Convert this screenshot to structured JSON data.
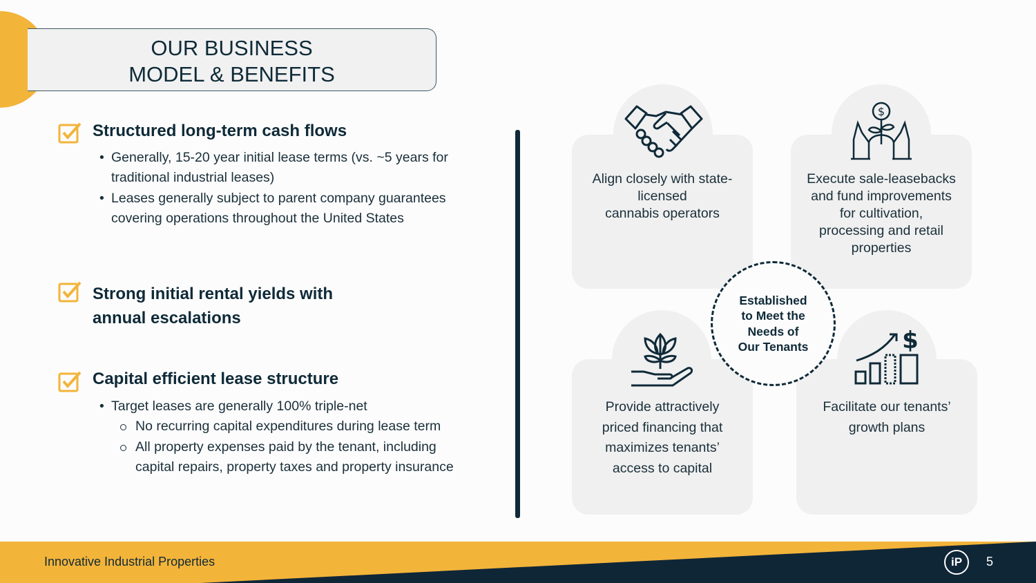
{
  "title": {
    "line1": "OUR BUSINESS",
    "line2": "MODEL & BENEFITS"
  },
  "sections": [
    {
      "heading": "Structured long-term cash flows",
      "bullets": [
        "Generally, 15-20 year initial lease terms (vs. ~5 years for traditional industrial leases)",
        "Leases generally subject to parent company guarantees covering operations throughout the United States"
      ]
    },
    {
      "heading_line1": "Strong initial rental yields with",
      "heading_line2": "annual escalations"
    },
    {
      "heading": "Capital efficient lease structure",
      "bullets": [
        "Target leases are generally 100% triple-net"
      ],
      "sub_bullets": [
        "No recurring capital expenditures during lease term",
        "All property expenses paid by the tenant, including capital repairs, property taxes and property insurance"
      ]
    }
  ],
  "cards": [
    {
      "icon": "handshake-icon",
      "lines": [
        "Align closely with state-",
        "licensed",
        "cannabis operators"
      ]
    },
    {
      "icon": "hands-money-plant-icon",
      "lines": [
        "Execute sale-leasebacks",
        "and fund improvements",
        "for cultivation,",
        "processing and retail",
        "properties"
      ]
    },
    {
      "icon": "hand-plant-icon",
      "lines": [
        "Provide attractively",
        "priced financing that",
        "maximizes tenants’",
        "access to capital"
      ]
    },
    {
      "icon": "growth-chart-icon",
      "lines": [
        "Facilitate our tenants’",
        "growth plans"
      ]
    }
  ],
  "center": {
    "lines": [
      "Established",
      "to Meet the",
      "Needs of",
      "Our Tenants"
    ]
  },
  "footer": {
    "company": "Innovative Industrial Properties",
    "logo": "iP",
    "page": "5"
  },
  "colors": {
    "accent": "#f3b43a",
    "navy": "#0f2a38",
    "card": "#f0f0f0"
  }
}
